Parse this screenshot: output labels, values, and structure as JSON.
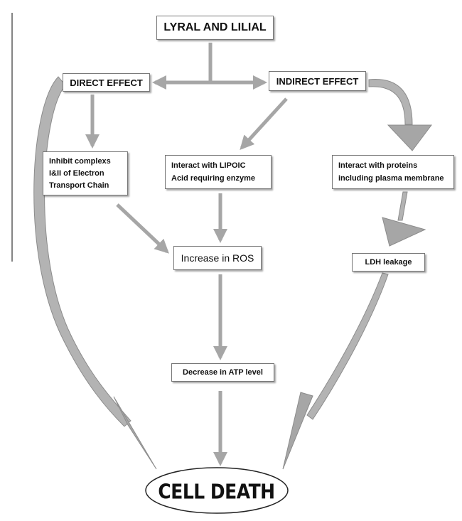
{
  "nodes": {
    "top": "LYRAL AND LILIAL",
    "direct": "DIRECT EFFECT",
    "indirect": "INDIRECT EFFECT",
    "inhibit": "Inhibit complexs\nI&II of Electron\nTransport Chain",
    "lipoic": "Interact with LIPOIC\nAcid requiring enzyme",
    "proteins": "Interact with proteins\nincluding plasma membrane",
    "ros": "Increase in ROS",
    "ldh": "LDH leakage",
    "atp": "Decrease in ATP level",
    "death": "CELL DEATH"
  },
  "colors": {
    "arrow": "#a6a6a6",
    "arrow_dark": "#8c8c8c",
    "border": "#777777"
  }
}
